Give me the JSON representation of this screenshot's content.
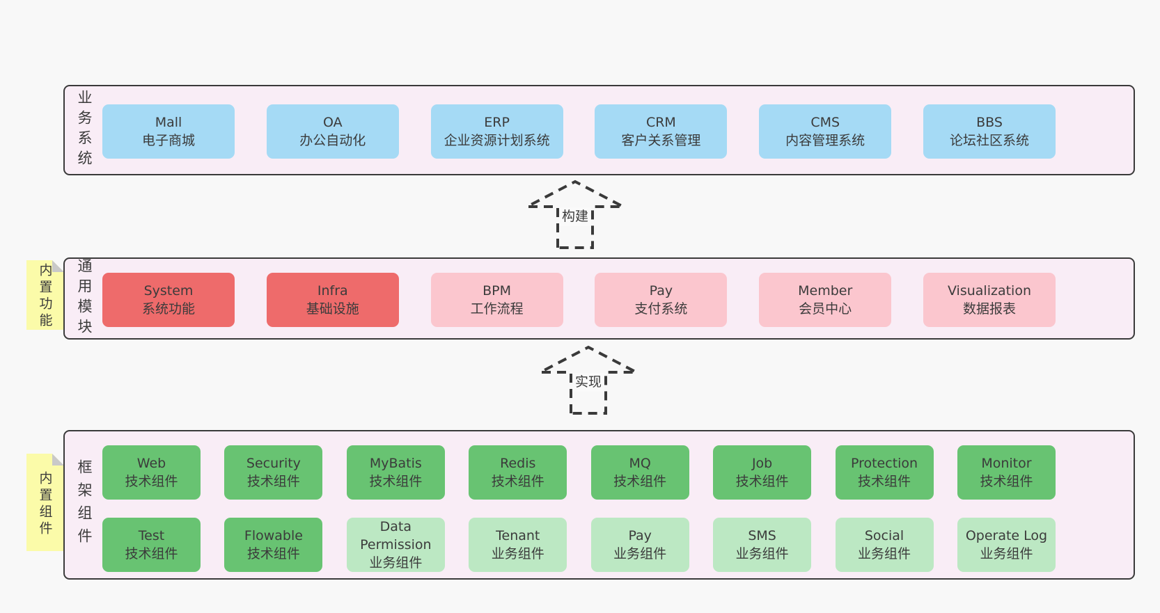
{
  "colors": {
    "page-bg": "#f8f8f8",
    "panel-bg": "#f9edf6",
    "panel-border": "#3a3a3a",
    "blue-box": "#a5daf5",
    "red-box": "#ee6b6b",
    "pink-box": "#fbc6ce",
    "green-box": "#68c372",
    "lightgreen-box": "#bce8c3",
    "sticky-yellow": "#fbfba9",
    "sticky-fold": "#c9c9c9",
    "text": "#3b3b3b",
    "arrow": "#3a3a3a",
    "arrow-label-bg": "#fafafa"
  },
  "business": {
    "label": "业务系统",
    "boxes": [
      {
        "en": "Mall",
        "zh": "电子商城"
      },
      {
        "en": "OA",
        "zh": "办公自动化"
      },
      {
        "en": "ERP",
        "zh": "企业资源计划系统"
      },
      {
        "en": "CRM",
        "zh": "客户关系管理"
      },
      {
        "en": "CMS",
        "zh": "内容管理系统"
      },
      {
        "en": "BBS",
        "zh": "论坛社区系统"
      }
    ]
  },
  "arrows": {
    "build": "构建",
    "implement": "实现"
  },
  "modules": {
    "sticky": "内置功能",
    "label": "通用模块",
    "boxes": [
      {
        "en": "System",
        "zh": "系统功能"
      },
      {
        "en": "Infra",
        "zh": "基础设施"
      },
      {
        "en": "BPM",
        "zh": "工作流程"
      },
      {
        "en": "Pay",
        "zh": "支付系统"
      },
      {
        "en": "Member",
        "zh": "会员中心"
      },
      {
        "en": "Visualization",
        "zh": "数据报表"
      }
    ]
  },
  "components": {
    "sticky": "内置组件",
    "label": "框架组件",
    "row1": [
      {
        "en": "Web",
        "zh": "技术组件"
      },
      {
        "en": "Security",
        "zh": "技术组件"
      },
      {
        "en": "MyBatis",
        "zh": "技术组件"
      },
      {
        "en": "Redis",
        "zh": "技术组件"
      },
      {
        "en": "MQ",
        "zh": "技术组件"
      },
      {
        "en": "Job",
        "zh": "技术组件"
      },
      {
        "en": "Protection",
        "zh": "技术组件"
      },
      {
        "en": "Monitor",
        "zh": "技术组件"
      }
    ],
    "row2": [
      {
        "en": "Test",
        "zh": "技术组件"
      },
      {
        "en": "Flowable",
        "zh": "技术组件"
      },
      {
        "en": "Data Permission",
        "zh": "业务组件"
      },
      {
        "en": "Tenant",
        "zh": "业务组件"
      },
      {
        "en": "Pay",
        "zh": "业务组件"
      },
      {
        "en": "SMS",
        "zh": "业务组件"
      },
      {
        "en": "Social",
        "zh": "业务组件"
      },
      {
        "en": "Operate Log",
        "zh": "业务组件"
      }
    ]
  }
}
